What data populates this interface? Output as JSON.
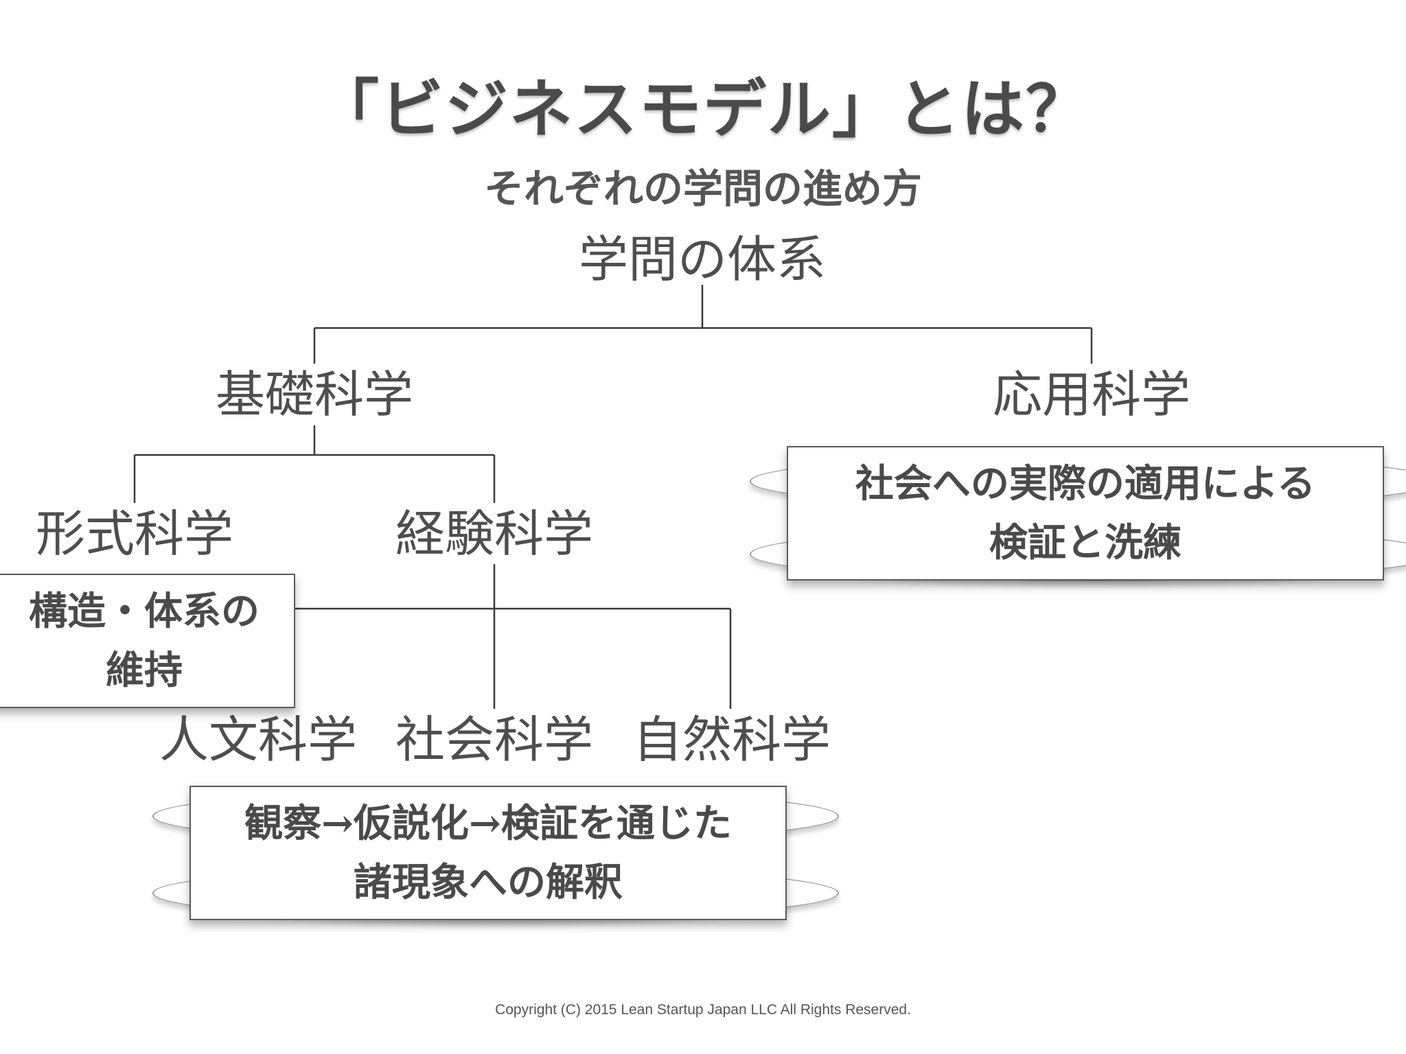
{
  "title": "「ビジネスモデル」とは？",
  "subtitle": "それぞれの学問の進め方",
  "tree": {
    "root": "学問の体系",
    "basic": "基礎科学",
    "applied": "応用科学",
    "formal": "形式科学",
    "empirical": "経験科学",
    "humanities": "人文科学",
    "social": "社会科学",
    "natural": "自然科学"
  },
  "callouts": {
    "formal": {
      "line1": "構造・体系の",
      "line2": "維持"
    },
    "empirical": {
      "line1": "観察→仮説化→検証を通じた",
      "line2": "諸現象への解釈"
    },
    "applied": {
      "line1": "社会への実際の適用による",
      "line2": "検証と洗練"
    }
  },
  "footer": "Copyright (C) 2015 Lean Startup Japan LLC All Rights Reserved."
}
